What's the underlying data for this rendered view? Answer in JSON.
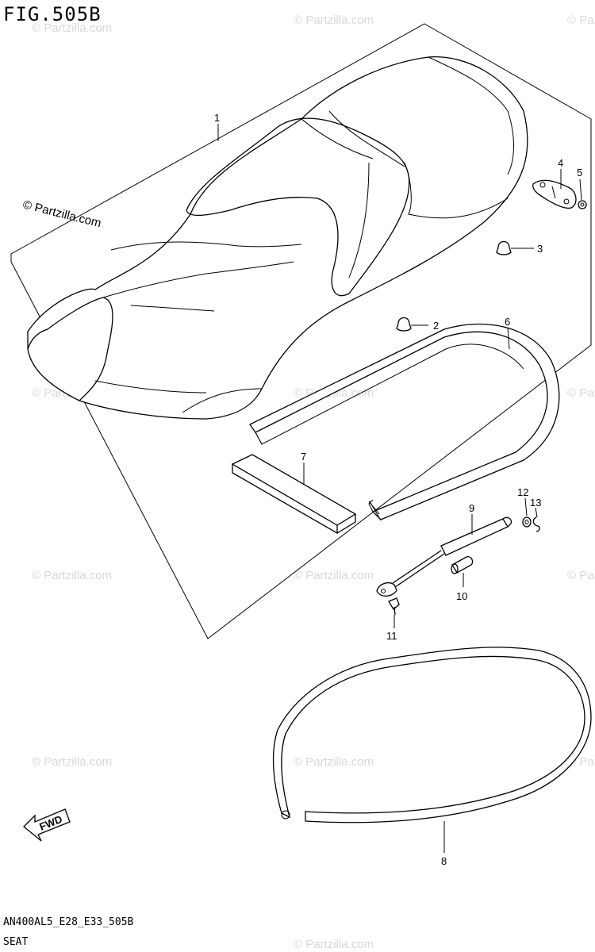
{
  "figure": {
    "title": "FIG.505B",
    "code": "AN400AL5_E28_E33_505B",
    "section": "SEAT"
  },
  "watermark": {
    "text": "© Partzilla.com",
    "highlight_text": "© Partzilla.com"
  },
  "fwd_label": "FWD",
  "callouts": [
    {
      "id": "1",
      "label": "1"
    },
    {
      "id": "2",
      "label": "2"
    },
    {
      "id": "3",
      "label": "3"
    },
    {
      "id": "4",
      "label": "4"
    },
    {
      "id": "5",
      "label": "5"
    },
    {
      "id": "6",
      "label": "6"
    },
    {
      "id": "7",
      "label": "7"
    },
    {
      "id": "8",
      "label": "8"
    },
    {
      "id": "9",
      "label": "9"
    },
    {
      "id": "10",
      "label": "10"
    },
    {
      "id": "11",
      "label": "11"
    },
    {
      "id": "12",
      "label": "12"
    },
    {
      "id": "13",
      "label": "13"
    }
  ]
}
